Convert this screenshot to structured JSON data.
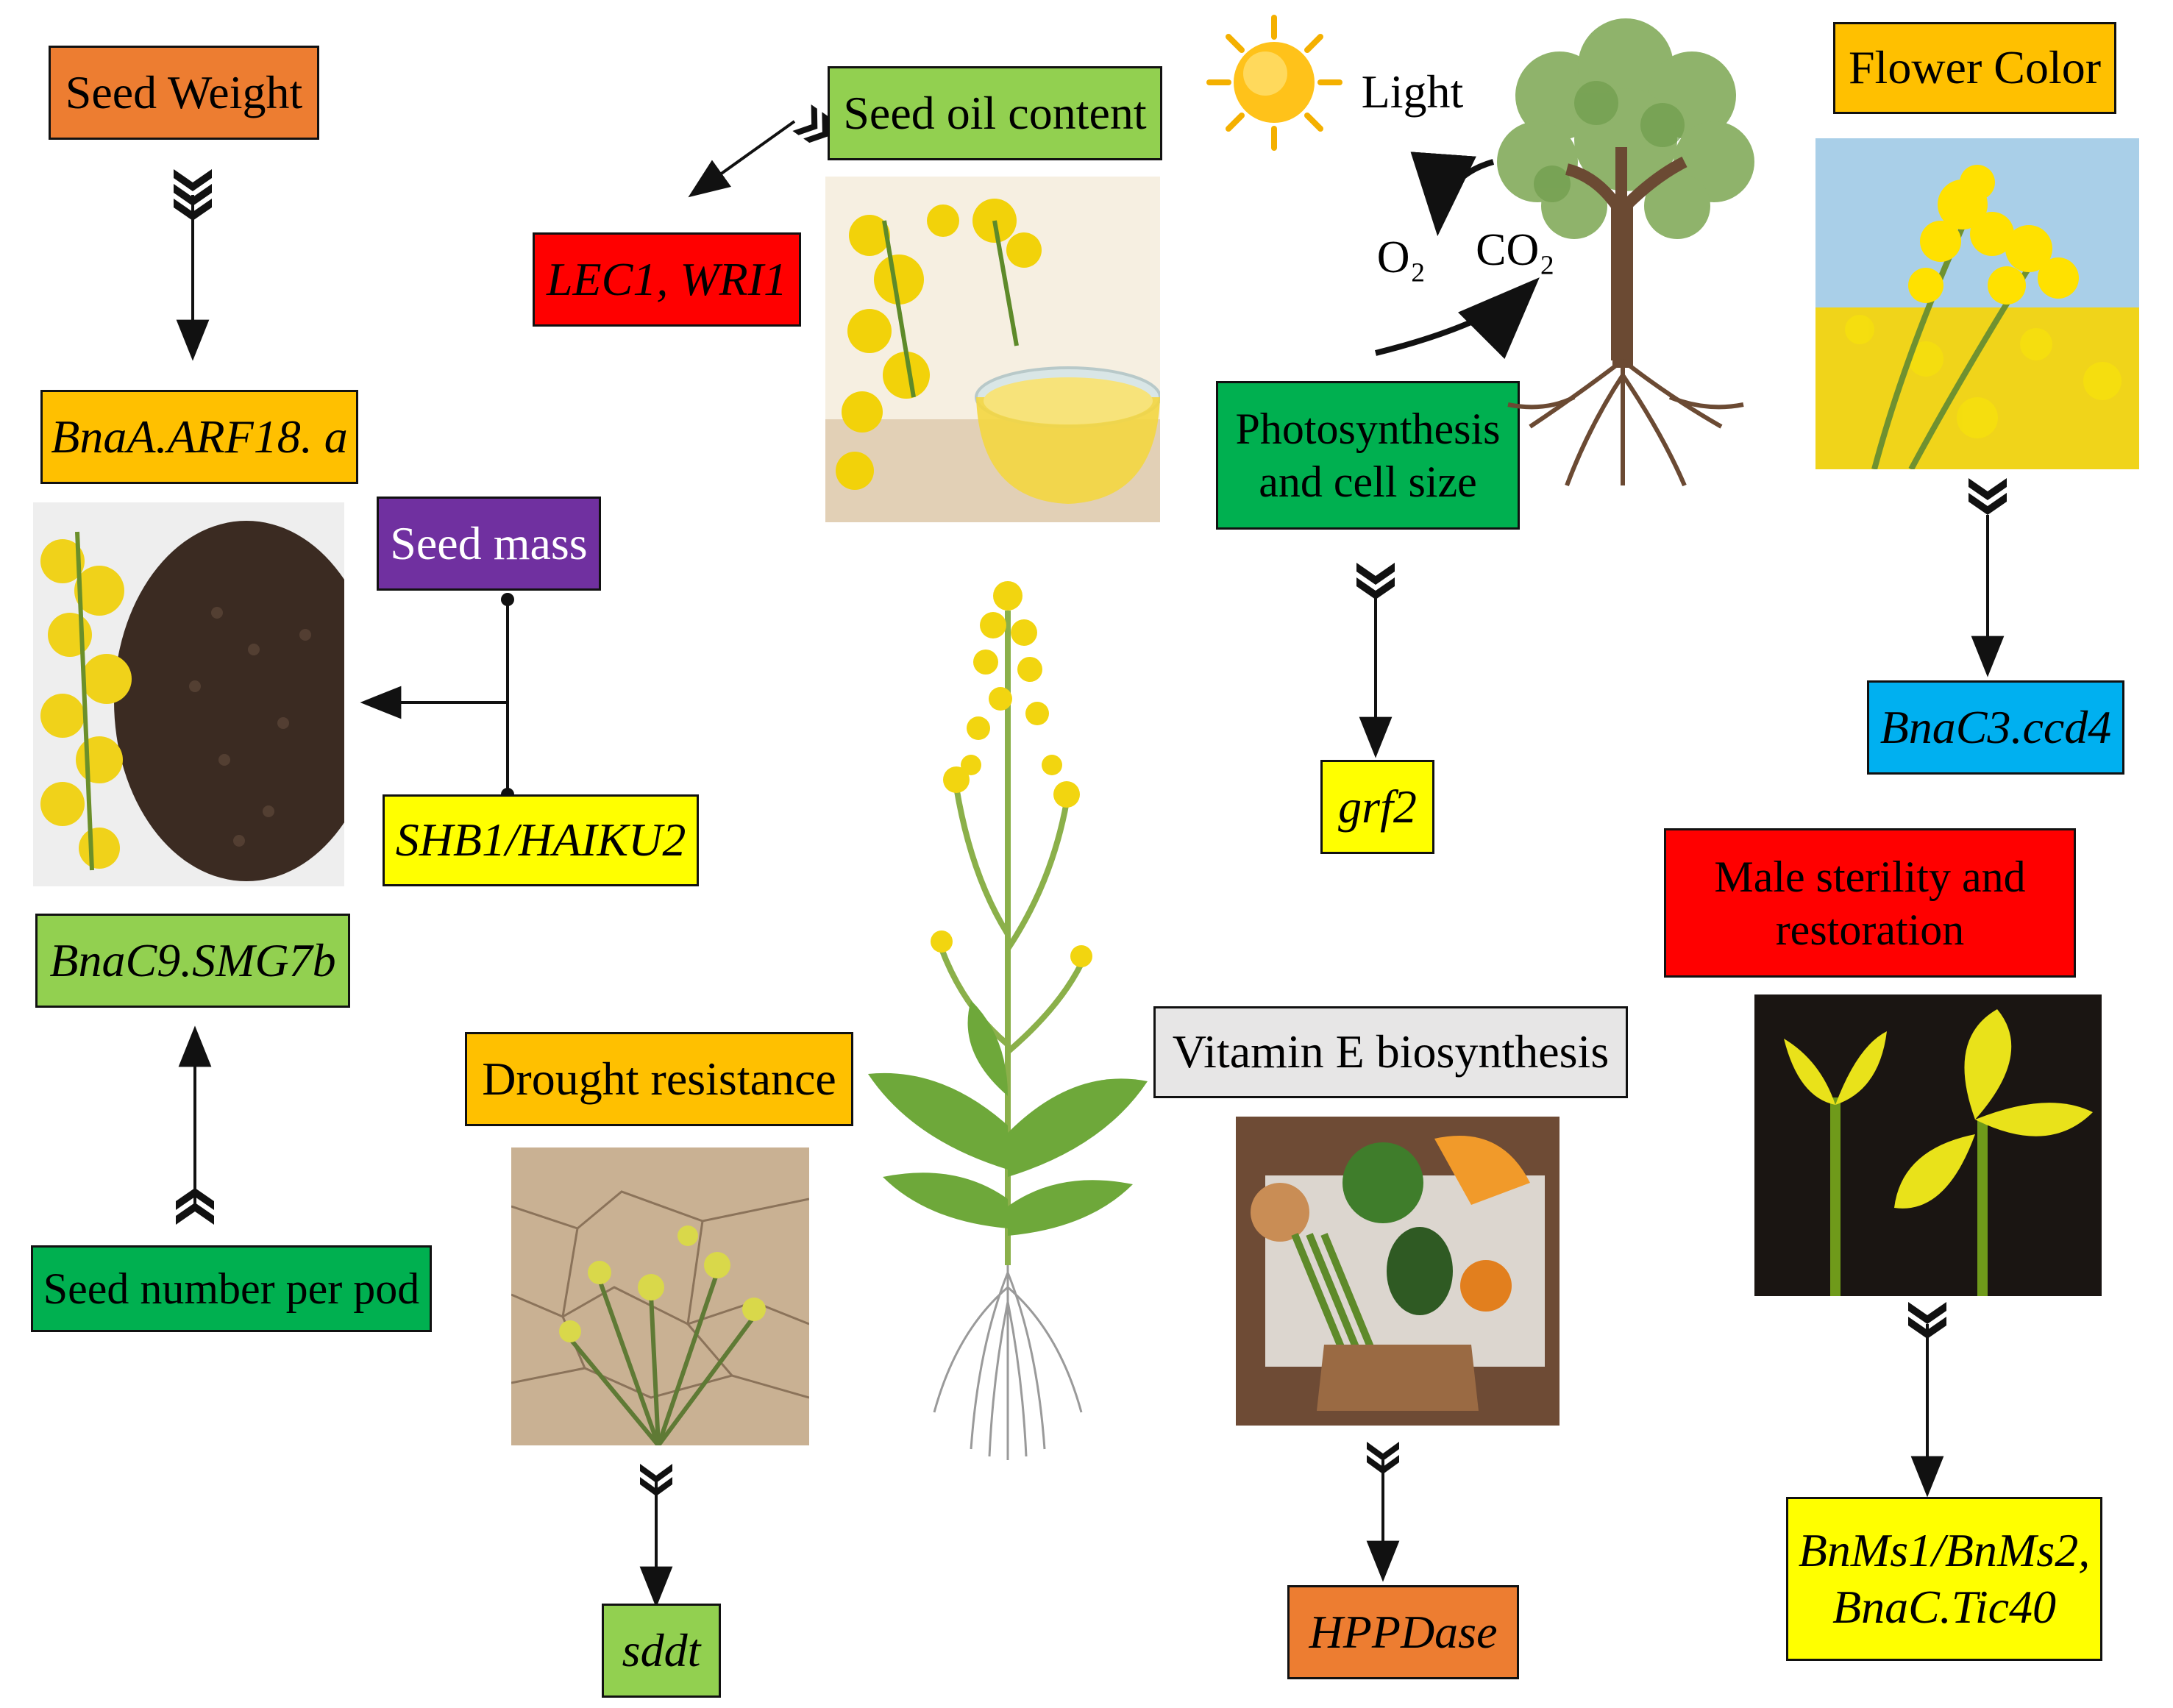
{
  "traits": {
    "seed_weight": "Seed Weight",
    "seed_oil_content": "Seed oil content",
    "flower_color": "Flower Color",
    "seed_mass": "Seed mass",
    "photosynthesis_line1": "Photosynthesis",
    "photosynthesis_line2": "and cell size",
    "male_sterility_line1": "Male sterility and",
    "male_sterility_line2": "restoration",
    "drought_resistance": "Drought resistance",
    "vitamin_e": "Vitamin E biosynthesis",
    "seed_number": "Seed number per pod"
  },
  "genes": {
    "arf18": "BnaA.ARF18. a",
    "lec1_wri1": "LEC1, WRI1",
    "ccd4": "BnaC3.ccd4",
    "shb1": "SHB1/HAIKU2",
    "grf2": "grf2",
    "smg7b": "BnaC9.SMG7b",
    "bnms_line1": "BnMs1/BnMs2,",
    "bnms_line2": "BnaC.Tic40",
    "sddt": "sddt",
    "hppdase": "HPPDase"
  },
  "photosynthesis_labels": {
    "light": "Light",
    "o2": "O₂",
    "co2": "CO₂"
  },
  "colors": {
    "orange": "#ED7D31",
    "green_light": "#92D050",
    "gold": "#FFC000",
    "red": "#FF0000",
    "purple": "#7030A0",
    "green_dark": "#00B050",
    "yellow": "#FFFF00",
    "blue": "#00B0F0",
    "gray": "#E7E6E6"
  }
}
